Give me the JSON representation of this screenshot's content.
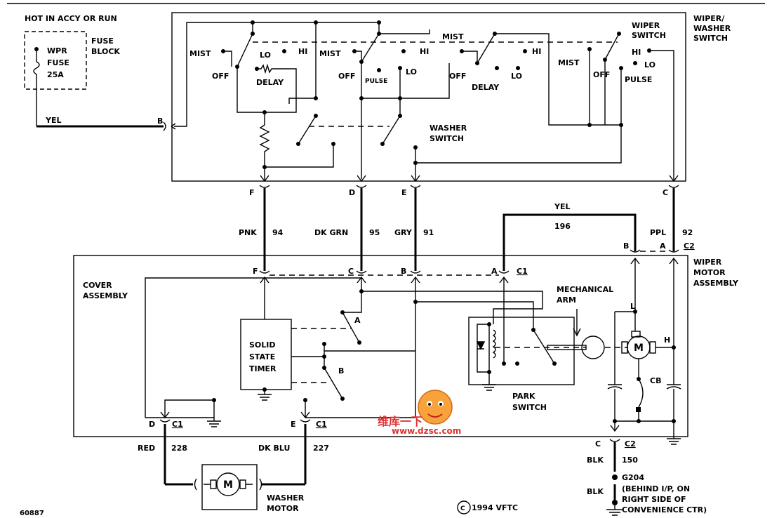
{
  "labels": {
    "hot": "HOT IN ACCY OR RUN",
    "fuse_block": "FUSE BLOCK",
    "fuse_block_1": "FUSE",
    "fuse_block_2": "BLOCK",
    "wpr": "WPR",
    "fuse": "FUSE",
    "amp": "25A",
    "yel": "YEL",
    "conn_b": "B",
    "wiper_switch": "WIPER SWITCH",
    "ws1": "WIPER",
    "ws2": "SWITCH",
    "wwa1": "WIPER/",
    "wwa2": "WASHER",
    "wwa3": "SWITCH",
    "mist": "MIST",
    "off": "OFF",
    "lo": "LO",
    "hi": "HI",
    "delay": "DELAY",
    "pulse": "PULSE",
    "pulse_small": "PULSE",
    "washer_switch_1": "WASHER",
    "washer_switch_2": "SWITCH",
    "conn_f": "F",
    "conn_d": "D",
    "conn_e": "E",
    "conn_c": "C",
    "pnk": "PNK",
    "n94": "94",
    "dkgrn": "DK GRN",
    "n95": "95",
    "gry": "GRY",
    "n91": "91",
    "yel2": "YEL",
    "n196": "196",
    "ppl": "PPL",
    "n92": "92",
    "c2": "C2",
    "c1": "C1",
    "conn_a": "A",
    "wma1": "WIPER",
    "wma2": "MOTOR",
    "wma3": "ASSEMBLY",
    "cover1": "COVER",
    "cover2": "ASSEMBLY",
    "mech1": "MECHANICAL",
    "mech2": "ARM",
    "l": "L",
    "h": "H",
    "cb": "CB",
    "m": "M",
    "sst1": "SOLID",
    "sst2": "STATE",
    "sst3": "TIMER",
    "sw_a": "A",
    "sw_b": "B",
    "park1": "PARK",
    "park2": "SWITCH",
    "red": "RED",
    "n228": "228",
    "dkblu": "DK BLU",
    "n227": "227",
    "washer_motor_1": "WASHER",
    "washer_motor_2": "MOTOR",
    "blk": "BLK",
    "n150": "150",
    "g204": "G204",
    "behind1": "(BEHIND I/P, ON",
    "behind2": "RIGHT SIDE OF",
    "behind3": "CONVENIENCE CTR)",
    "docnum": "60887",
    "copyright": "1994 VFTC",
    "c_sym": "C",
    "wm_cn": "维库一下",
    "wm_url": "www.dzsc.com"
  }
}
